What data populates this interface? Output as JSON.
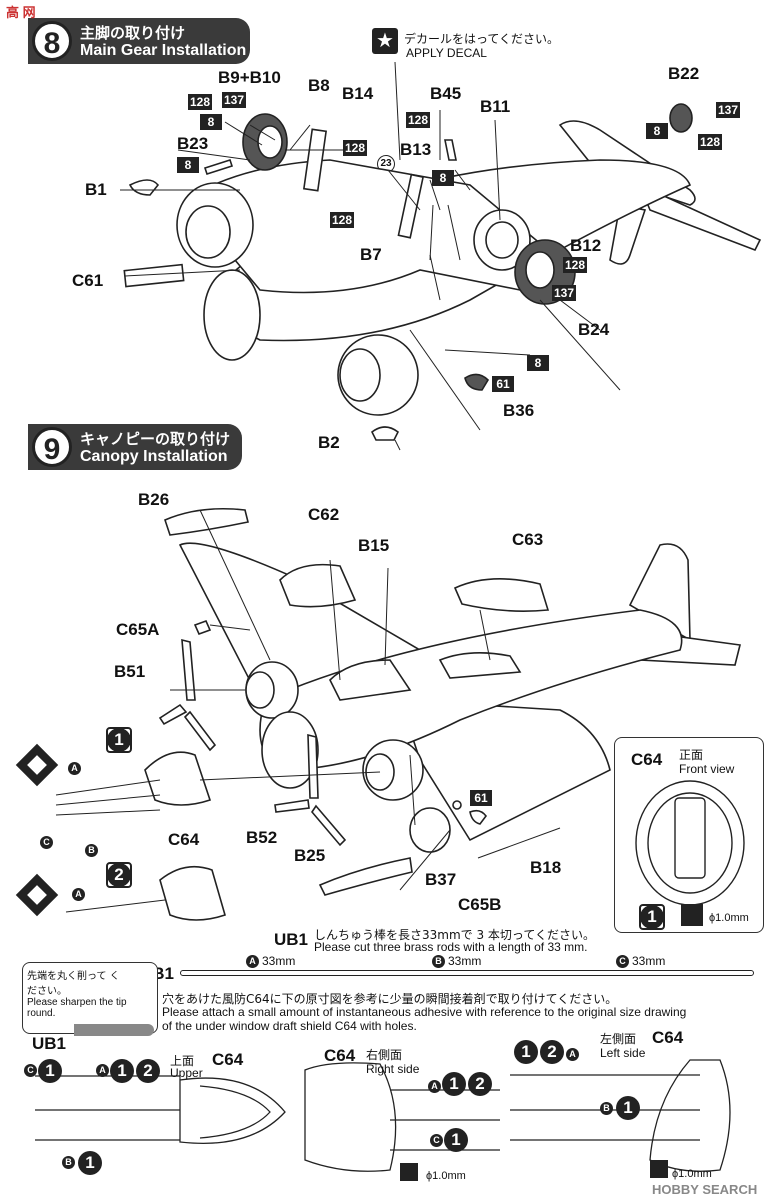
{
  "step8": {
    "number": "8",
    "title_jp": "主脚の取り付け",
    "title_en": "Main Gear Installation",
    "decal_jp": "デカールをはってください。",
    "decal_en": "APPLY  DECAL",
    "decal_no": "23",
    "parts": {
      "b1": "B1",
      "b2": "B2",
      "b7": "B7",
      "b8": "B8",
      "b9b10": "B9+B10",
      "b11": "B11",
      "b12": "B12",
      "b13": "B13",
      "b14": "B14",
      "b22": "B22",
      "b23": "B23",
      "b24": "B24",
      "b36": "B36",
      "b45": "B45",
      "c61": "C61"
    },
    "colors": {
      "c8": "8",
      "c61": "61",
      "c128": "128",
      "c137": "137"
    }
  },
  "step9": {
    "number": "9",
    "title_jp": "キャノピーの取り付け",
    "title_en": "Canopy Installation",
    "parts": {
      "b15": "B15",
      "b18": "B18",
      "b25": "B25",
      "b26": "B26",
      "b37": "B37",
      "b51": "B51",
      "b52": "B52",
      "c62": "C62",
      "c63": "C63",
      "c64": "C64",
      "c65a": "C65A",
      "c65b": "C65B"
    },
    "marks": {
      "a": "A",
      "b": "B",
      "c": "C",
      "one": "1",
      "two": "2"
    },
    "front_view": {
      "label": "C64",
      "jp": "正面",
      "en": "Front view",
      "dia": "ϕ1.0mm"
    }
  },
  "ub1": {
    "code": "UB1",
    "cut_jp": "しんちゅう棒を長さ33mmで 3 本切ってください。",
    "cut_en": "Please cut three brass rods with a length of 33 mm.",
    "rod_a": "33mm",
    "rod_b": "33mm",
    "rod_c": "33mm",
    "sharpen_jp": "先端を丸く削って ください。",
    "sharpen_en": "Please sharpen the tip round.",
    "attach_jp": "穴をあけた風防C64に下の原寸図を参考に少量の瞬間接着剤で取り付けてください。",
    "attach_en_1": "Please attach a small amount of instantaneous adhesive with reference to the original size drawing",
    "attach_en_2": "of the under window draft shield C64 with holes."
  },
  "views": {
    "upper_jp": "上面",
    "upper_en": "Upper",
    "right_jp": "右側面",
    "right_en": "Right side",
    "left_jp": "左側面",
    "left_en": "Left side",
    "c64": "C64",
    "dia": "ϕ1.0mm"
  },
  "watermark": {
    "top": "高 网",
    "site": "HOBBY SEARCH"
  }
}
